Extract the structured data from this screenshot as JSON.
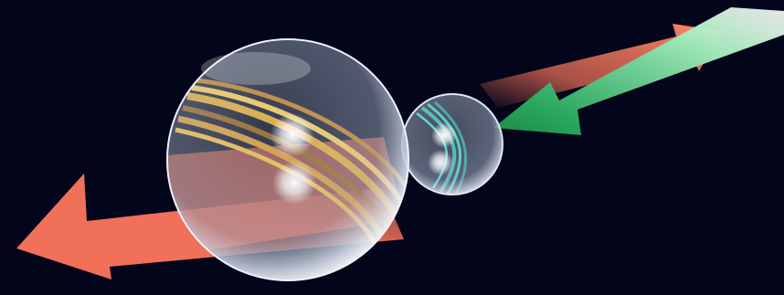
{
  "scene": {
    "colors": {
      "background": "#03051a",
      "red_arrow": "#f0705a",
      "red_arrow_light": "#ff9a80",
      "green_arrow": "#2aa860",
      "green_arrow_light": "#7fe0a0",
      "sphere_highlight": "#ffffff",
      "sphere_edge": "#9aa8c0",
      "gold_bands": "#d4a030",
      "teal_bands": "#1fa8a0"
    },
    "elements": {
      "large_sphere": "large-glass-sphere",
      "small_sphere": "small-glass-sphere",
      "large_arrow": "red-arrow-pointing-down-left",
      "upper_arrows": [
        "red-arrow-pointing-up-right",
        "green-arrow-pointing-down-left"
      ]
    }
  }
}
